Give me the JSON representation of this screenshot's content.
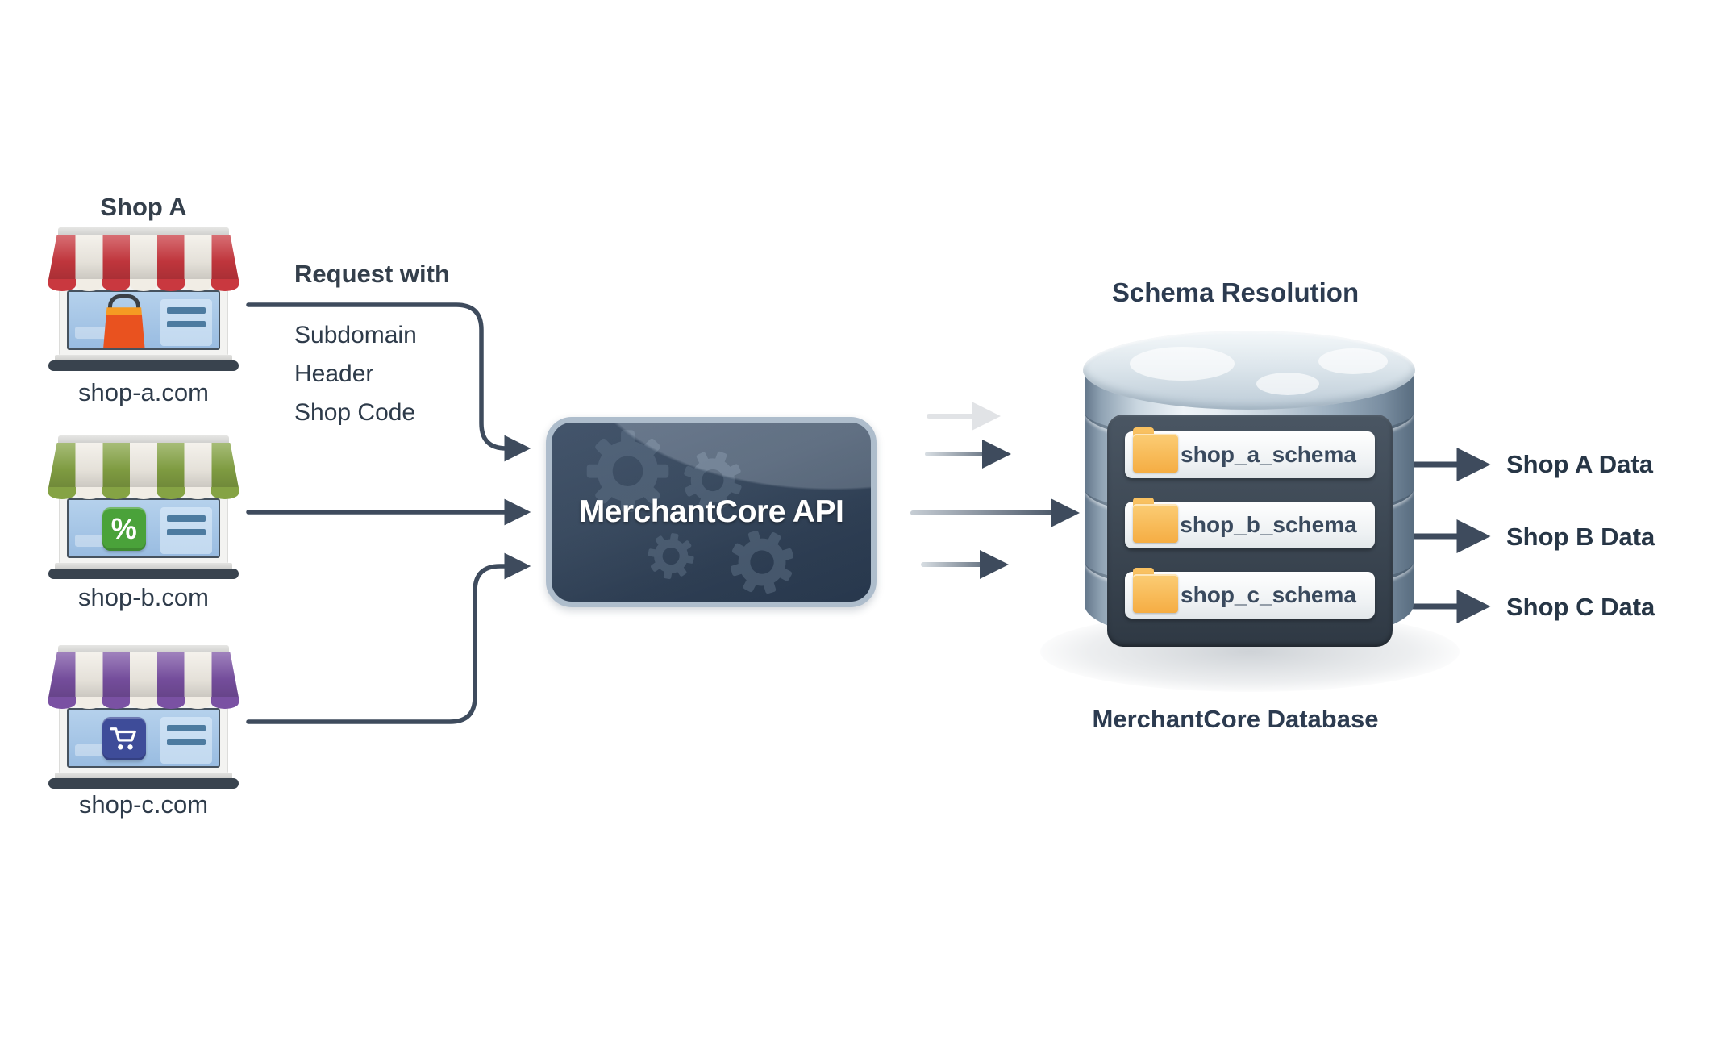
{
  "diagram": {
    "shops": [
      {
        "title": "Shop A",
        "domain": "shop-a.com",
        "icon": "storefront",
        "badge_icon": "shopping-bag",
        "awning_color": "#c9383f",
        "badge_color": "#e9521f"
      },
      {
        "domain": "shop-b.com",
        "icon": "storefront",
        "badge_icon": "percent-sign",
        "badge_symbol": "%",
        "awning_color": "#85a344",
        "badge_color": "#4aa23a"
      },
      {
        "domain": "shop-c.com",
        "icon": "storefront",
        "badge_icon": "shopping-cart",
        "awning_color": "#7a51a3",
        "badge_color": "#3e4c99"
      }
    ],
    "request_note": {
      "title": "Request with",
      "items": [
        "Subdomain",
        "Header",
        "Shop Code"
      ]
    },
    "api": {
      "label": "MerchantCore API",
      "background_icon": "gears"
    },
    "database": {
      "title": "Schema Resolution",
      "caption": "MerchantCore Database",
      "icon": "database-cylinder",
      "schemas": [
        {
          "name": "shop_a_schema",
          "icon": "folder"
        },
        {
          "name": "shop_b_schema",
          "icon": "folder"
        },
        {
          "name": "shop_c_schema",
          "icon": "folder"
        }
      ]
    },
    "outputs": [
      {
        "label": "Shop A Data"
      },
      {
        "label": "Shop B Data"
      },
      {
        "label": "Shop C Data"
      }
    ],
    "connections": [
      {
        "from": "shop-a.com",
        "to": "MerchantCore API"
      },
      {
        "from": "shop-b.com",
        "to": "MerchantCore API"
      },
      {
        "from": "shop-c.com",
        "to": "MerchantCore API"
      },
      {
        "from": "MerchantCore API",
        "to": "MerchantCore Database"
      },
      {
        "from": "shop_a_schema",
        "to": "Shop A Data"
      },
      {
        "from": "shop_b_schema",
        "to": "Shop B Data"
      },
      {
        "from": "shop_c_schema",
        "to": "Shop C Data"
      }
    ],
    "colors": {
      "arrow": "#3e4b5d",
      "text": "#2e3b4a",
      "api_box": "#3c4f66",
      "api_border": "#aebdcc",
      "db_panel": "#38434f",
      "folder": "#f5ad43",
      "stripe_light": "#f1ede5",
      "window_blue": "#a9c7e8"
    }
  }
}
